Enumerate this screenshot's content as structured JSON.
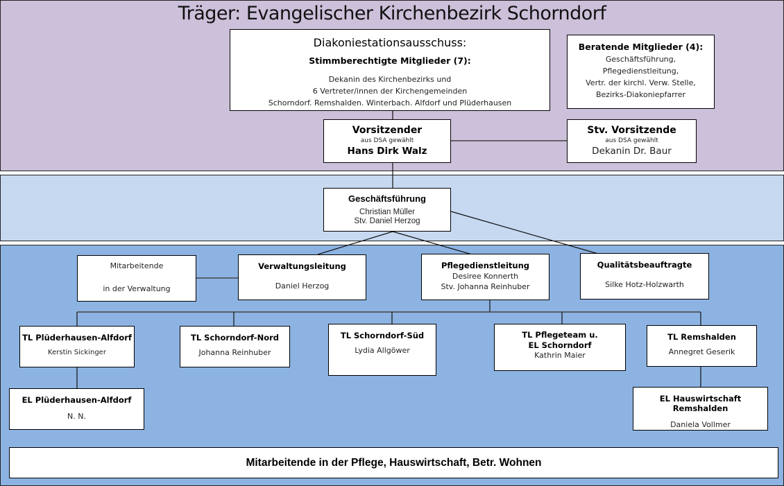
{
  "title": "Träger: Evangelischer Kirchenbezirk Schorndorf",
  "colors": {
    "traeger_band": "#ccc0da",
    "management_band": "#c6d9f1",
    "operations_band": "#8db3e2",
    "box": "#ffffff"
  },
  "dsa": {
    "heading": "Diakoniestationsausschuss:",
    "subheading": "Stimmberechtigte Mitglieder (7):",
    "lines": [
      "Dekanin des Kirchenbezirks und",
      "6 Vertreter/innen der Kirchengemeinden",
      "Schorndorf. Remshalden. Winterbach. Alfdorf und Plüderhausen"
    ]
  },
  "advisory": {
    "heading": "Beratende Mitglieder (4):",
    "lines": [
      "Geschäftsführung,",
      "Pflegedienstleitung,",
      "Vertr. der kirchl. Verw. Stelle,",
      "Bezirks-Diakoniepfarrer"
    ]
  },
  "chair": {
    "heading": "Vorsitzender",
    "note": "aus DSA gewählt",
    "name": "Hans Dirk Walz"
  },
  "vice_chair": {
    "heading": "Stv. Vorsitzende",
    "note": "aus DSA gewählt",
    "name": "Dekanin Dr. Baur"
  },
  "management": {
    "heading": "Geschäftsführung",
    "name": "Christian Müller",
    "deputy": "Stv. Daniel Herzog"
  },
  "admin_staff": {
    "line1": "Mitarbeitende",
    "line2": "in der Verwaltung"
  },
  "admin_lead": {
    "heading": "Verwaltungsleitung",
    "name": "Daniel Herzog"
  },
  "care_lead": {
    "heading": "Pflegedienstleitung",
    "name": "Desiree Konnerth",
    "deputy": "Stv. Johanna Reinhuber"
  },
  "quality": {
    "heading": "Qualitätsbeauftragte",
    "name": "Silke Hotz-Holzwarth"
  },
  "team_leads": [
    {
      "heading": "TL Plüderhausen-Alfdorf",
      "name": "Kerstin Sickinger"
    },
    {
      "heading": "TL Schorndorf-Nord",
      "name": "Johanna Reinhuber"
    },
    {
      "heading": "TL Schorndorf-Süd",
      "name": "Lydia Allgöwer"
    },
    {
      "heading": "TL Pflegeteam u.",
      "heading2": "EL Schorndorf",
      "name": "Kathrin Maier"
    },
    {
      "heading": "TL Remshalden",
      "name": "Annegret Geserik"
    }
  ],
  "unit_leads": [
    {
      "heading": "EL Plüderhausen-Alfdorf",
      "name": "N. N."
    },
    {
      "heading": "EL Hauswirtschaft Remshalden",
      "name": "Daniela Vollmer"
    }
  ],
  "staff_footer": "Mitarbeitende in der Pflege, Hauswirtschaft, Betr. Wohnen"
}
